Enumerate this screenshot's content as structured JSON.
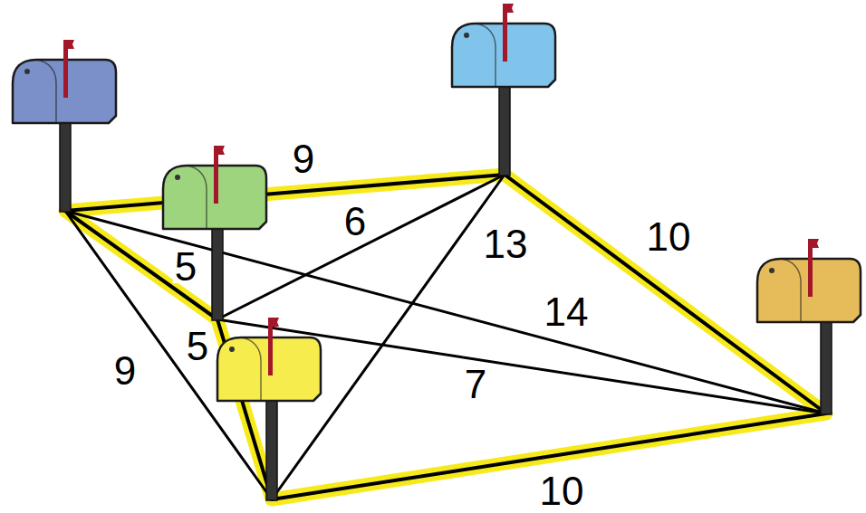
{
  "diagram": {
    "labels": [
      "9",
      "6",
      "10",
      "13",
      "5",
      "14",
      "5",
      "9",
      "7",
      "10"
    ]
  }
}
